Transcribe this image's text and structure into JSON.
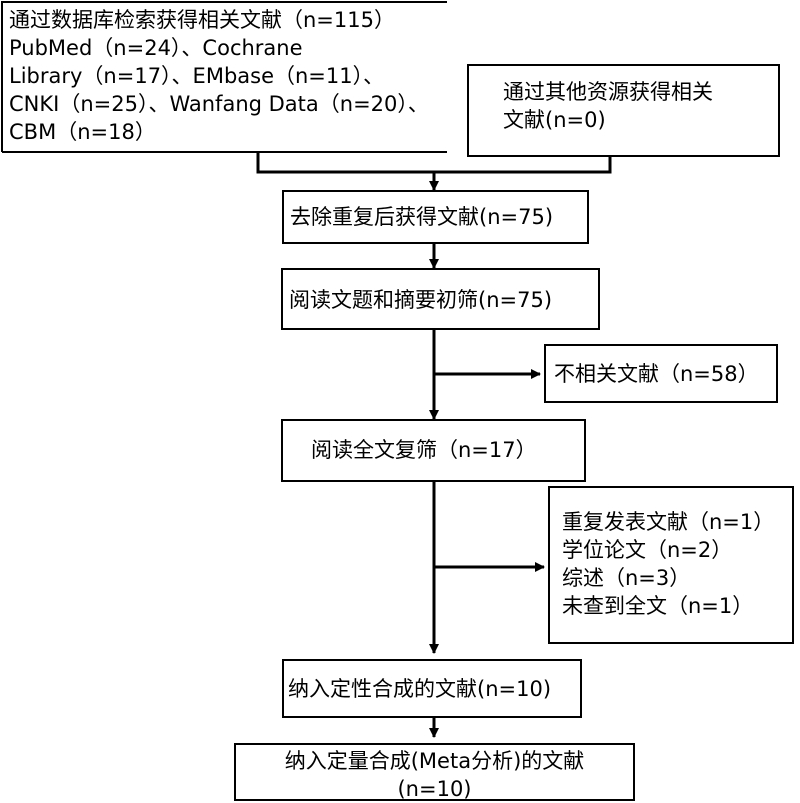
{
  "search": {
    "lines": [
      "通过数据库检索获得相关文献（n=115）",
      "PubMed（n=24）、Cochrane",
      "Library（n=17）、EMbase（n=11）、",
      "CNKI（n=25）、Wanfang Data（n=20）、",
      "CBM（n=18）"
    ]
  },
  "other": {
    "lines": [
      "通过其他资源获得相关",
      "文献(n=0)"
    ]
  },
  "dedup": "去除重复后获得文献(n=75)",
  "screen_title": "阅读文题和摘要初筛(n=75)",
  "excluded1": "不相关文献（n=58）",
  "fulltext": "阅读全文复筛（n=17）",
  "excluded2": {
    "lines": [
      "重复发表文献（n=1）",
      "学位论文（n=2）",
      "综述（n=3）",
      "未查到全文（n=1）"
    ]
  },
  "qualitative": "纳入定性合成的文献(n=10)",
  "quantitative": {
    "lines": [
      "纳入定量合成(Meta分析)的文献",
      "(n=10)"
    ]
  }
}
